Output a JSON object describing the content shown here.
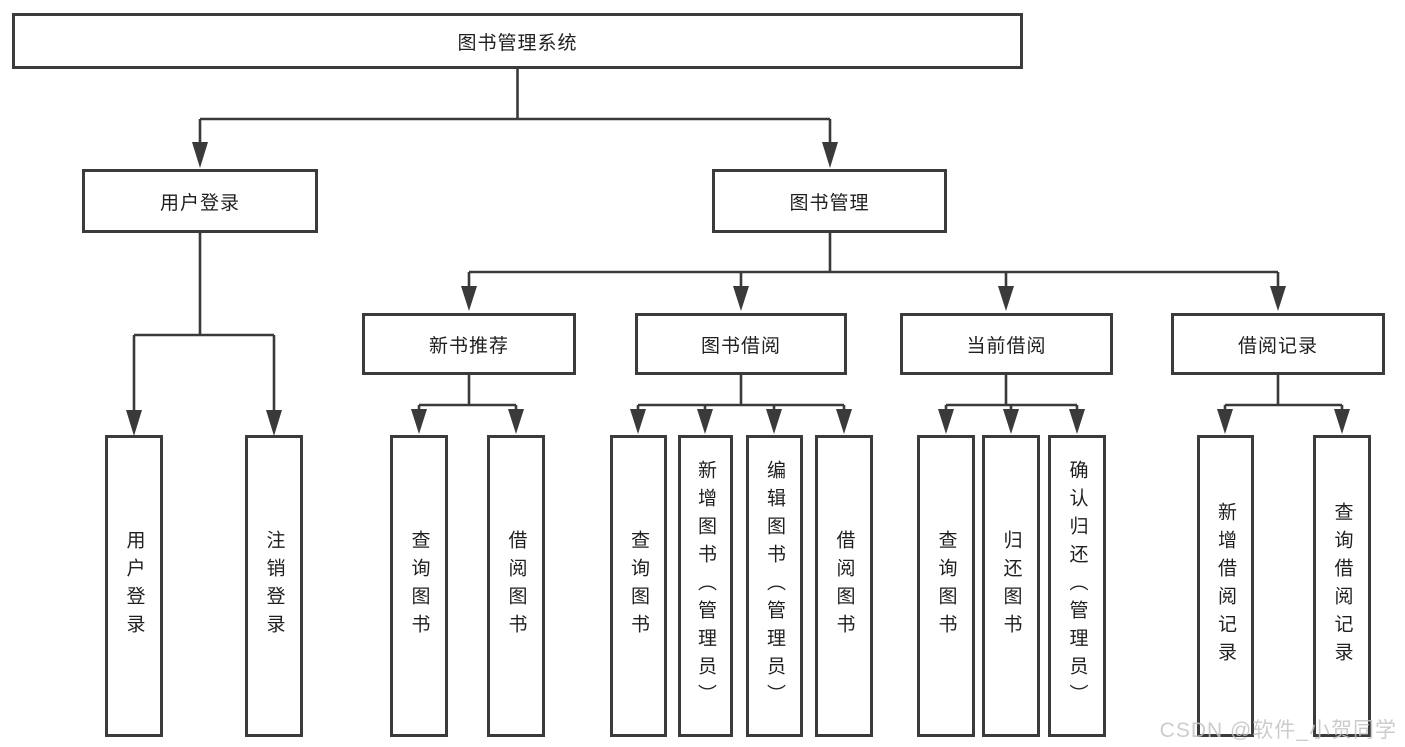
{
  "root": {
    "label": "图书管理系统"
  },
  "level2": [
    {
      "label": "用户登录",
      "children": [
        "用户登录",
        "注销登录"
      ]
    },
    {
      "label": "图书管理"
    }
  ],
  "level3": [
    {
      "label": "新书推荐",
      "children": [
        "查询图书",
        "借阅图书"
      ]
    },
    {
      "label": "图书借阅",
      "children": [
        "查询图书",
        "新增图书（管理员）",
        "编辑图书（管理员）",
        "借阅图书"
      ]
    },
    {
      "label": "当前借阅",
      "children": [
        "查询图书",
        "归还图书",
        "确认归还（管理员）"
      ]
    },
    {
      "label": "借阅记录",
      "children": [
        "新增借阅记录",
        "查询借阅记录"
      ]
    }
  ],
  "watermark": "CSDN @软件_小贺同学",
  "colors": {
    "line": "#3a3a3a",
    "border": "#3b3b3b",
    "text": "#1f1f1f",
    "watermark": "#c4c4c4",
    "background": "#ffffff"
  }
}
